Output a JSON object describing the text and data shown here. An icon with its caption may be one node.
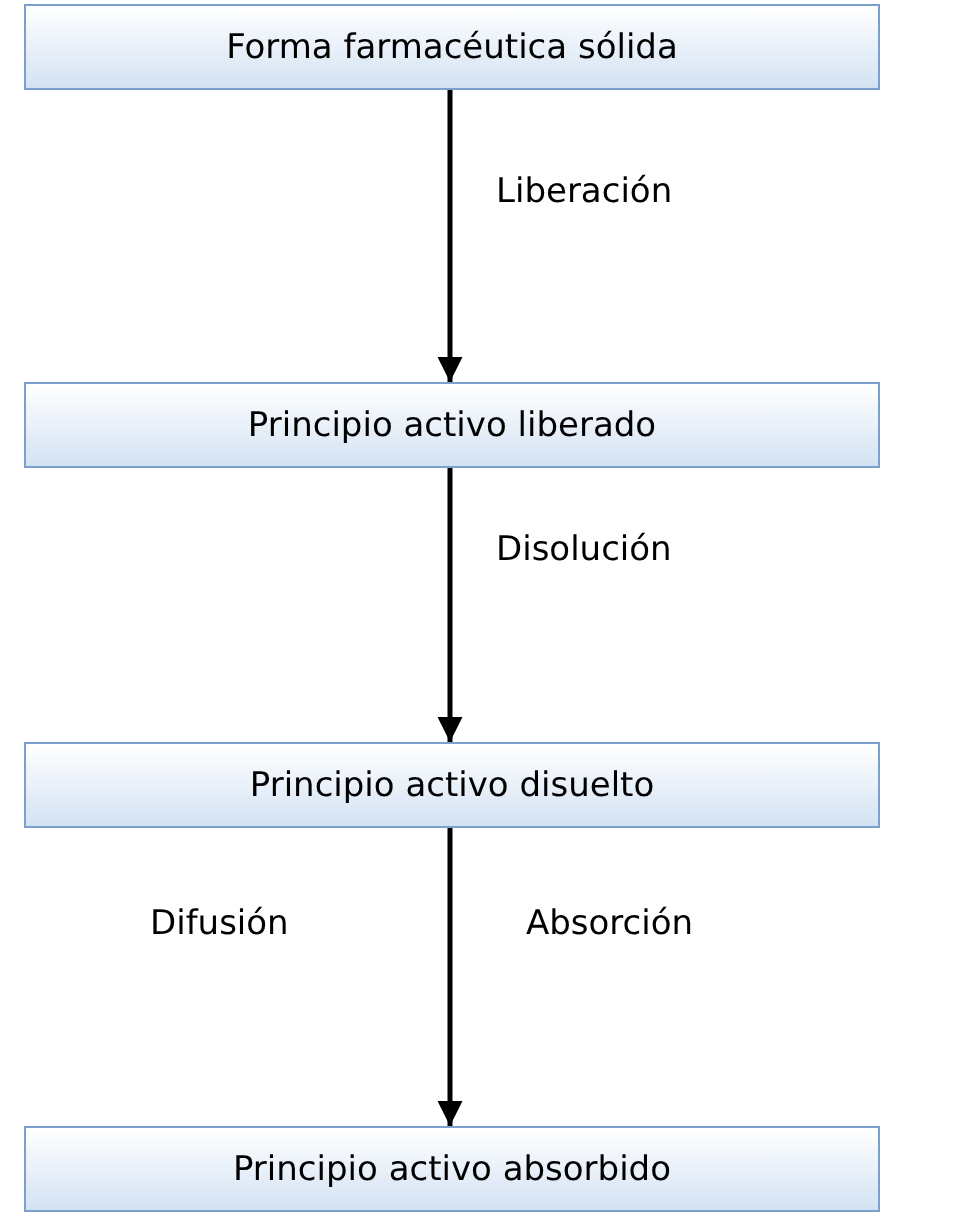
{
  "diagram": {
    "nodes": [
      {
        "text": [
          "Forma farmacéutica sólida"
        ]
      },
      {
        "text": [
          "Principio activo liberado"
        ]
      },
      {
        "text": [
          "Principio activo disuelto"
        ]
      },
      {
        "text": [
          "Principio activo absorbido"
        ]
      }
    ],
    "edges": [
      {
        "from": 0,
        "to": 1,
        "arrow": "to",
        "label": "Liberación"
      },
      {
        "from": 1,
        "to": 2,
        "arrow": "to",
        "label": "Disolución"
      },
      {
        "from": 2,
        "to": 3,
        "arrow": "to",
        "label": "Absorción"
      }
    ],
    "labels": [
      "Difusión"
    ]
  }
}
